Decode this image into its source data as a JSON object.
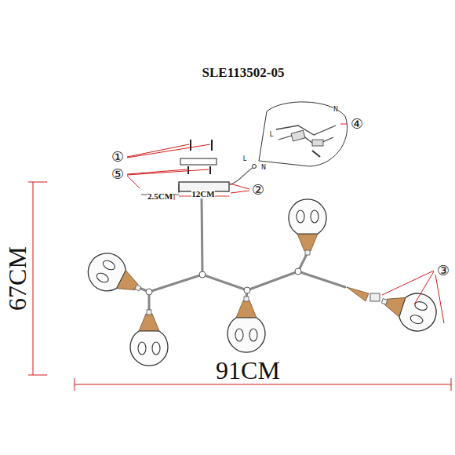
{
  "diagram": {
    "title": "SLE113502-05",
    "labels": [
      "①",
      "⑤",
      "2.5CM",
      "12CM",
      "②",
      "④",
      "N",
      "L",
      "L",
      "N",
      "③",
      "67CM",
      "91CM"
    ]
  }
}
